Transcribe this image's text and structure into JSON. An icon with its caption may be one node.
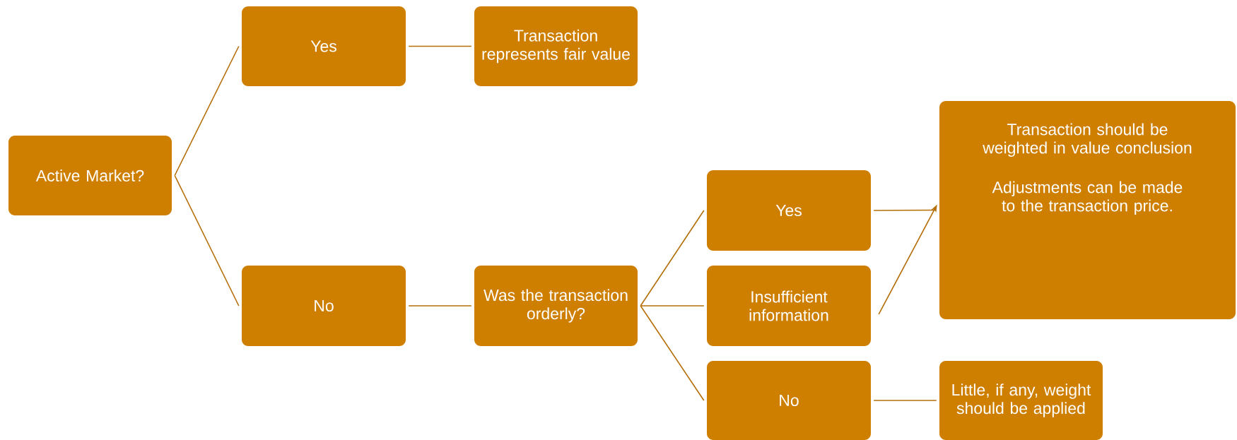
{
  "diagram": {
    "nodes": [
      {
        "text": [
          "Active Market?"
        ]
      },
      {
        "text": [
          "Yes"
        ]
      },
      {
        "text": [
          "Transaction represents fair value"
        ]
      },
      {
        "text": [
          "No"
        ]
      },
      {
        "text": [
          "Was the transaction orderly?"
        ]
      },
      {
        "text": [
          "Yes"
        ]
      },
      {
        "text": [
          "Insufficient information"
        ]
      },
      {
        "text": [
          "No"
        ]
      },
      {
        "text": [
          "Transaction should be weighted in value conclusion",
          "Adjustments can be made to the transaction price."
        ]
      },
      {
        "text": [
          "Little, if any, weight should be applied"
        ]
      }
    ],
    "edges": [
      {
        "from": 0,
        "to": 1,
        "arrow": "none"
      },
      {
        "from": 0,
        "to": 3,
        "arrow": "none"
      },
      {
        "from": 1,
        "to": 2,
        "arrow": "none"
      },
      {
        "from": 3,
        "to": 4,
        "arrow": "none"
      },
      {
        "from": 4,
        "to": 5,
        "arrow": "none"
      },
      {
        "from": 4,
        "to": 6,
        "arrow": "none"
      },
      {
        "from": 4,
        "to": 7,
        "arrow": "none"
      },
      {
        "from": 5,
        "to": 8,
        "arrow": "none"
      },
      {
        "from": 6,
        "to": 8,
        "arrow": "to"
      },
      {
        "from": 7,
        "to": 9,
        "arrow": "none"
      }
    ]
  }
}
